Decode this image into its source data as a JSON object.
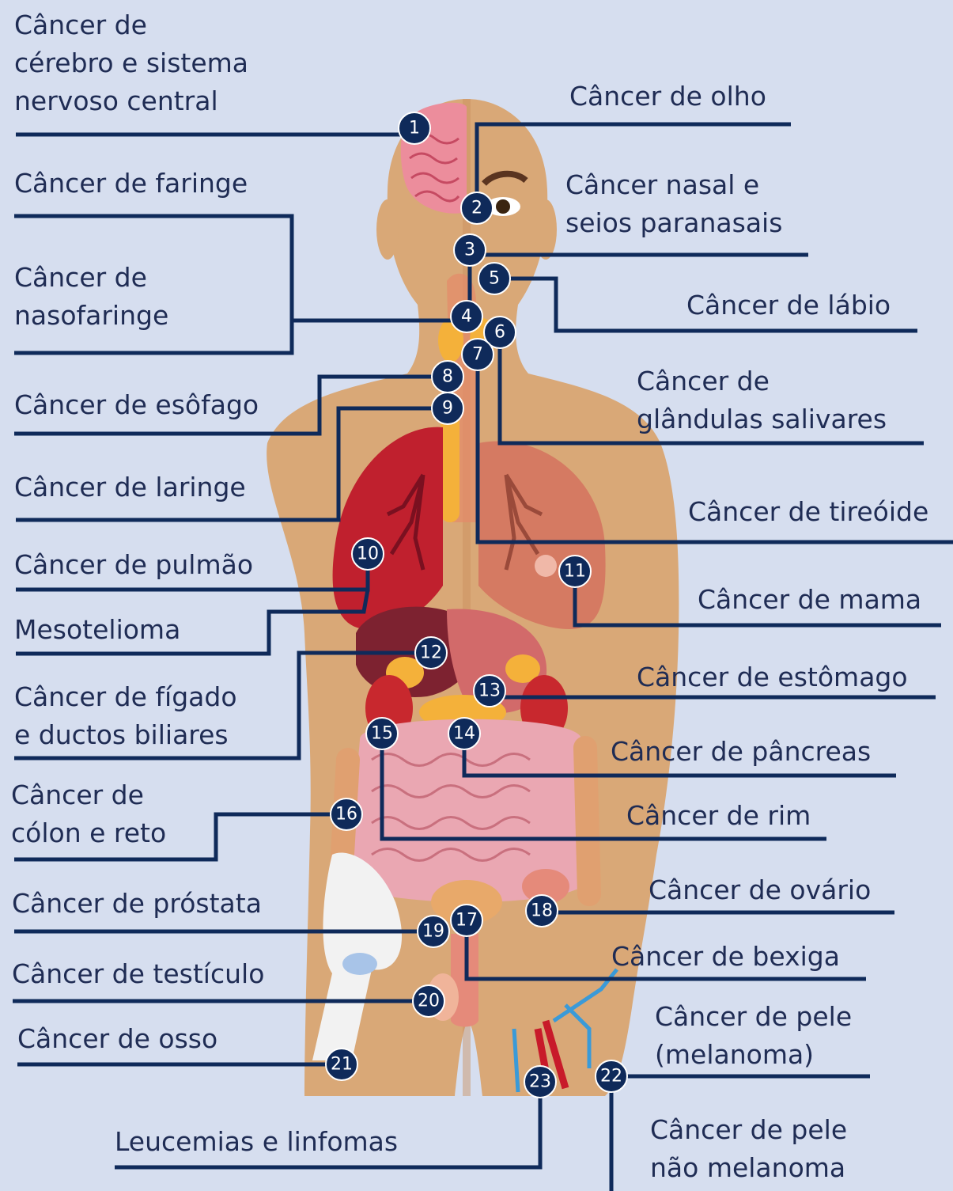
{
  "colors": {
    "background": "#d6deef",
    "line": "#0f2a5a",
    "badge": "#0f2a5a",
    "skin": "#d9a877",
    "text": "#1f2c54"
  },
  "labels": {
    "l1": "Câncer de\ncérebro e sistema\nnervoso central",
    "l2": "Câncer de olho",
    "l3": "Câncer nasal e\nseios paranasais",
    "l4": "Câncer de faringe",
    "l5": "Câncer de\nnasofaringe",
    "l6": "Câncer de lábio",
    "l7": "Câncer de\nglândulas salivares",
    "l8": "Câncer de esôfago",
    "l9": "Câncer de laringe",
    "l10": "Câncer de tireóide",
    "l11": "Câncer de pulmão",
    "l12": "Câncer de mama",
    "l13": "Mesotelioma",
    "l14": "Câncer de estômago",
    "l15": "Câncer de fígado\ne ductos biliares",
    "l16": "Câncer de pâncreas",
    "l17": "Câncer de\ncólon e reto",
    "l18": "Câncer de rim",
    "l19": "Câncer de próstata",
    "l20": "Câncer de ovário",
    "l21": "Câncer de testículo",
    "l22": "Câncer de bexiga",
    "l23": "Câncer de osso",
    "l24": "Câncer de pele\n(melanoma)",
    "l25": "Leucemias e linfomas",
    "l26": "Câncer de pele\nnão melanoma"
  },
  "badges": {
    "b1": "1",
    "b2": "2",
    "b3": "3",
    "b4": "4",
    "b5": "5",
    "b6": "6",
    "b7": "7",
    "b8": "8",
    "b9": "9",
    "b10": "10",
    "b11": "11",
    "b12": "12",
    "b13": "13",
    "b14": "14",
    "b15": "15",
    "b16": "16",
    "b17": "17",
    "b18": "18",
    "b19": "19",
    "b20": "20",
    "b21": "21",
    "b22": "22",
    "b23": "23"
  }
}
